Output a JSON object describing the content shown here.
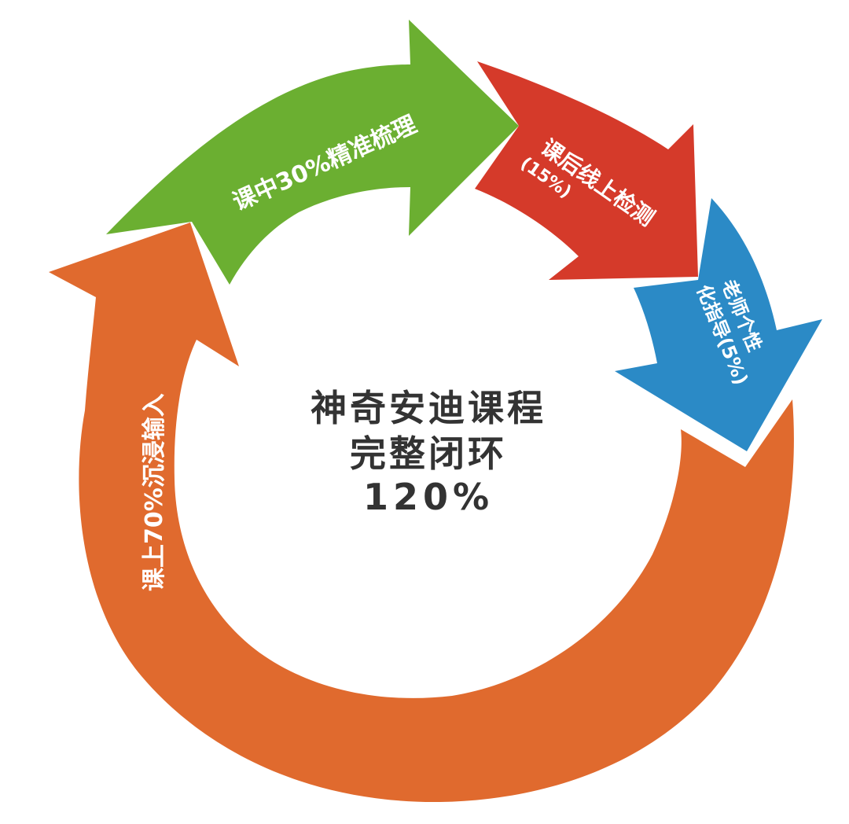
{
  "center": {
    "line1": "神奇安迪课程",
    "line2": "完整闭环",
    "line3": "120%"
  },
  "segments": [
    {
      "id": "orange",
      "label": "课上70%沉浸输入",
      "color": "#E06A2E"
    },
    {
      "id": "green",
      "label": "课中30%精准梳理",
      "color": "#6BAF31"
    },
    {
      "id": "red",
      "label_line1": "课后线上检测",
      "label_line2": "(15%)",
      "color": "#D53A2A"
    },
    {
      "id": "blue",
      "label_line1": "老师个性",
      "label_line2": "化指导(5%)",
      "color": "#2B8AC6"
    }
  ]
}
